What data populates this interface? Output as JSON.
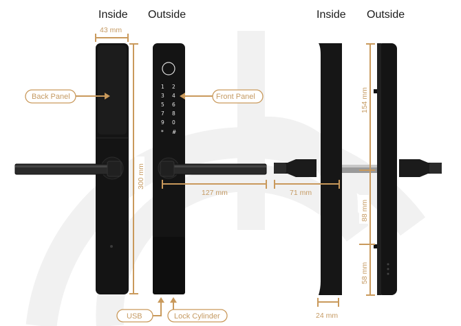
{
  "colors": {
    "accent": "#c9995b",
    "device": "#141414",
    "background_logo": "#f1f1f1"
  },
  "front_view": {
    "title_inside": "Inside",
    "title_outside": "Outside",
    "width_dim": "43 mm",
    "height_dim": "300 mm",
    "handle_dim": "127 mm",
    "callouts": {
      "back_panel": "Back Panel",
      "front_panel": "Front Panel",
      "usb": "USB",
      "lock_cylinder": "Lock Cylinder"
    },
    "keypad": [
      "1",
      "2",
      "3",
      "4",
      "5",
      "6",
      "7",
      "8",
      "9",
      "0",
      "*",
      "#"
    ]
  },
  "side_view": {
    "title_inside": "Inside",
    "title_outside": "Outside",
    "handle_depth_dim": "71 mm",
    "thickness_dim": "24 mm",
    "upper_dim": "154 mm",
    "middle_dim": "88 mm",
    "lower_dim": "58 mm"
  }
}
